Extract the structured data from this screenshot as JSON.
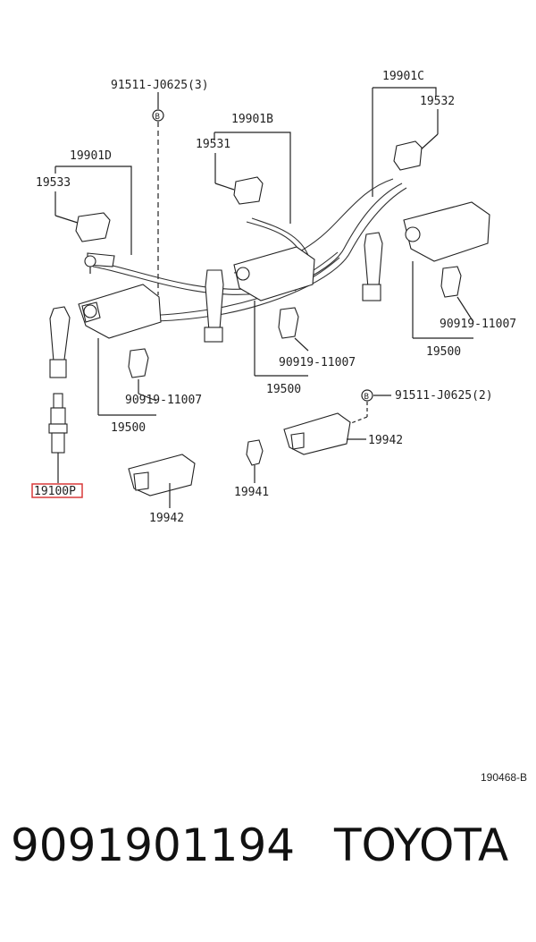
{
  "diagram": {
    "labels": {
      "bolt_top": "91511-J0625(3)",
      "wire_b": "19901B",
      "wire_c": "19901C",
      "wire_d": "19901D",
      "cap_1531": "19531",
      "cap_1532": "19532",
      "cap_1533": "19533",
      "conn_mid": "90919-11007",
      "conn_right": "90919-11007",
      "conn_left": "90919-11007",
      "coil_mid": "19500",
      "coil_right": "19500",
      "coil_left": "19500",
      "bolt_right": "91511-J0625(2)",
      "bracket_right": "19942",
      "bracket_left": "19942",
      "sensor": "19941",
      "plug": "19100P",
      "bolt_marker_1": "B",
      "bolt_marker_2": "B"
    },
    "ref_code": "190468-B",
    "highlight_color": "#d93a3a"
  },
  "footer": {
    "part_number": "9091901194",
    "brand": "TOYOTA"
  }
}
